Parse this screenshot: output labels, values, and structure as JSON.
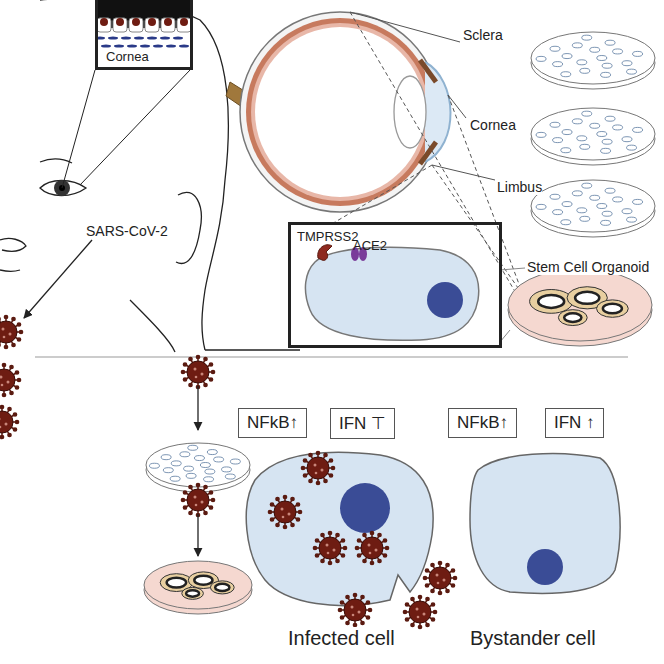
{
  "diagram": {
    "nodes": [
      {
        "text": [
          "Cornea"
        ]
      },
      {
        "text": [
          "TMPRSS2",
          "ACE2"
        ]
      },
      {
        "text": [
          "NFkB↑"
        ]
      },
      {
        "text": [
          "IFN ⊤"
        ]
      },
      {
        "text": [
          "NFkB↑"
        ]
      },
      {
        "text": [
          "IFN ↑"
        ]
      }
    ],
    "labels": [
      "SARS-CoV-2",
      "Sclera",
      "Cornea",
      "Limbus",
      "Stem Cell Organoid",
      "Infected cell",
      "Bystander cell"
    ]
  }
}
